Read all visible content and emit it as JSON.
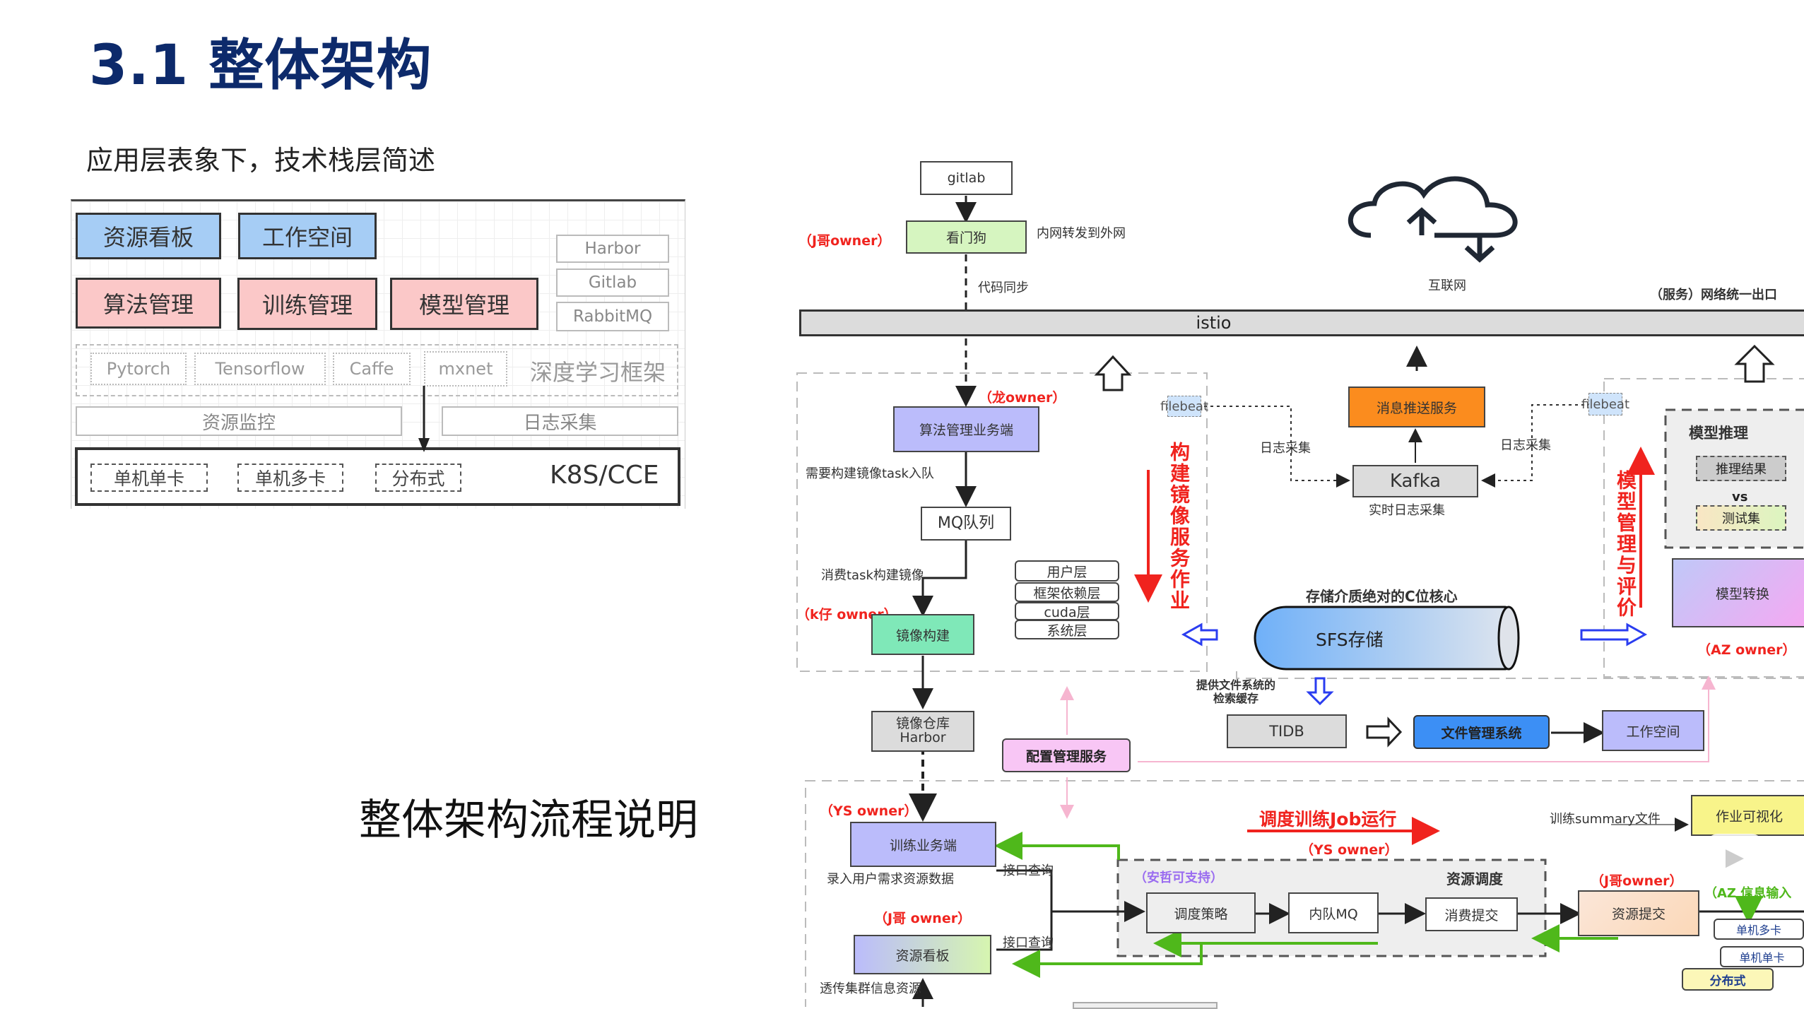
{
  "slide": {
    "title": "3.1 整体架构",
    "subtitle": "应用层表象下，技术栈层简述",
    "caption": "整体架构流程说明"
  },
  "left_diagram": {
    "app_row1": [
      "资源看板",
      "工作空间"
    ],
    "app_row2": [
      "算法管理",
      "训练管理",
      "模型管理"
    ],
    "infra_tools": [
      "Harbor",
      "Gitlab",
      "RabbitMQ"
    ],
    "frameworks": [
      "Pytorch",
      "Tensorflow",
      "Caffe",
      "mxnet"
    ],
    "framework_label": "深度学习框架",
    "monitor": "资源监控",
    "log_collect": "日志采集",
    "k8s_modes": [
      "单机单卡",
      "单机多卡",
      "分布式"
    ],
    "k8s_label": "K8S/CCE"
  },
  "right_diagram": {
    "gitlab": "gitlab",
    "watchdog": "看门狗",
    "watchdog_owner": "（J哥owner）",
    "watchdog_note": "内网转发到外网",
    "code_sync": "代码同步",
    "internet": "互联网",
    "service_exit": "（服务）网络统一出口",
    "istio": "istio",
    "algo_owner": "（龙owner）",
    "algo_service": "算法管理业务端",
    "enqueue_note": "需要构建镜像task入队",
    "mq_queue": "MQ队列",
    "consume_note": "消费task构建镜像",
    "image_owner": "（k仔 owner）",
    "image_build": "镜像构建",
    "layers": [
      "用户层",
      "框架依赖层",
      "cuda层",
      "系统层"
    ],
    "build_service_vertical": "构建镜像服务作业",
    "filebeat_left": "filebeat",
    "filebeat_right": "filebeat",
    "log_collect_left": "日志采集",
    "log_collect_right": "日志采集",
    "msg_push": "消息推送服务",
    "kafka": "Kafka",
    "kafka_note": "实时日志采集",
    "storage_note": "存储介质绝对的C位核心",
    "sfs": "SFS存储",
    "model_mgmt_vertical": "模型管理与评价",
    "model_infer": "模型推理",
    "infer_result": "推理结果",
    "vs": "vs",
    "test_set": "测试集",
    "model_convert": "模型转换",
    "model_owner": "（AZ owner）",
    "harbor_repo": "镜像仓库\nHarbor",
    "config_service": "配置管理服务",
    "fs_cache_note": "提供文件系统的\n检索缓存",
    "tidb": "TIDB",
    "file_mgmt": "文件管理系统",
    "workspace": "工作空间",
    "train_owner": "（YS owner）",
    "train_service": "训练业务端",
    "train_note": "录入用户需求资源数据",
    "api_query_1": "接口查询",
    "api_query_2": "接口查询",
    "dashboard_owner": "（J哥 owner）",
    "dashboard": "资源看板",
    "dashboard_note": "透传集群信息资源",
    "schedule_job": "调度训练Job运行",
    "schedule_owner": "（YS owner）",
    "anzhe_support": "（安哲可支持）",
    "resource_schedule": "资源调度",
    "schedule_policy": "调度策略",
    "inner_mq": "内队MQ",
    "consume_submit": "消费提交",
    "summary_note": "训练summary文件",
    "job_visual": "作业可视化",
    "submit_owner": "（J哥owner）",
    "resource_submit": "资源提交",
    "az_info": "（AZ 信息输入",
    "multi_card": "单机多卡",
    "single_card": "单机单卡",
    "distributed": "分布式"
  },
  "colors": {
    "title_navy": "#0d2a6b",
    "owner_red": "#f0231e",
    "app_blue": "#a6cdf5",
    "app_pink": "#fbc8c8",
    "watchdog_green": "#d6f5c0",
    "service_purple": "#bbbcfb",
    "image_green": "#7fe8b8",
    "msg_orange": "#fb8c1e",
    "file_blue": "#3c8ff5",
    "config_pink": "#f8c6f5",
    "visual_yellow": "#f8f48a",
    "flow_green": "#4fb81b",
    "support_purple": "#9a6cf0"
  }
}
